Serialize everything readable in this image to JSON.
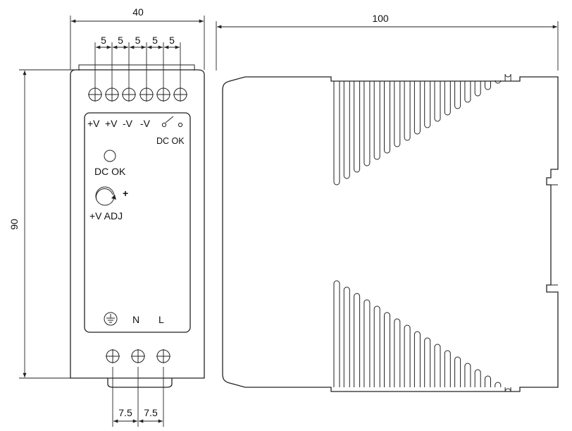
{
  "dimensions": {
    "width_front": "40",
    "depth_side": "100",
    "height": "90",
    "terminal_pitch_top": [
      "5",
      "5",
      "5",
      "5",
      "5"
    ],
    "terminal_pitch_bottom": [
      "7.5",
      "7.5"
    ]
  },
  "front_panel": {
    "output_labels": [
      "+V",
      "+V",
      "-V",
      "-V"
    ],
    "dc_ok_relay_label": "DC OK",
    "dc_ok_led_label": "DC OK",
    "adjust_sign": "+",
    "adjust_label": "+V ADJ",
    "input_labels": [
      "N",
      "L"
    ]
  },
  "icons": {
    "ground": "ground-symbol-icon",
    "relay": "relay-contact-icon",
    "led": "led-indicator-icon",
    "potentiometer": "potentiometer-icon",
    "screw": "screw-terminal-icon"
  }
}
